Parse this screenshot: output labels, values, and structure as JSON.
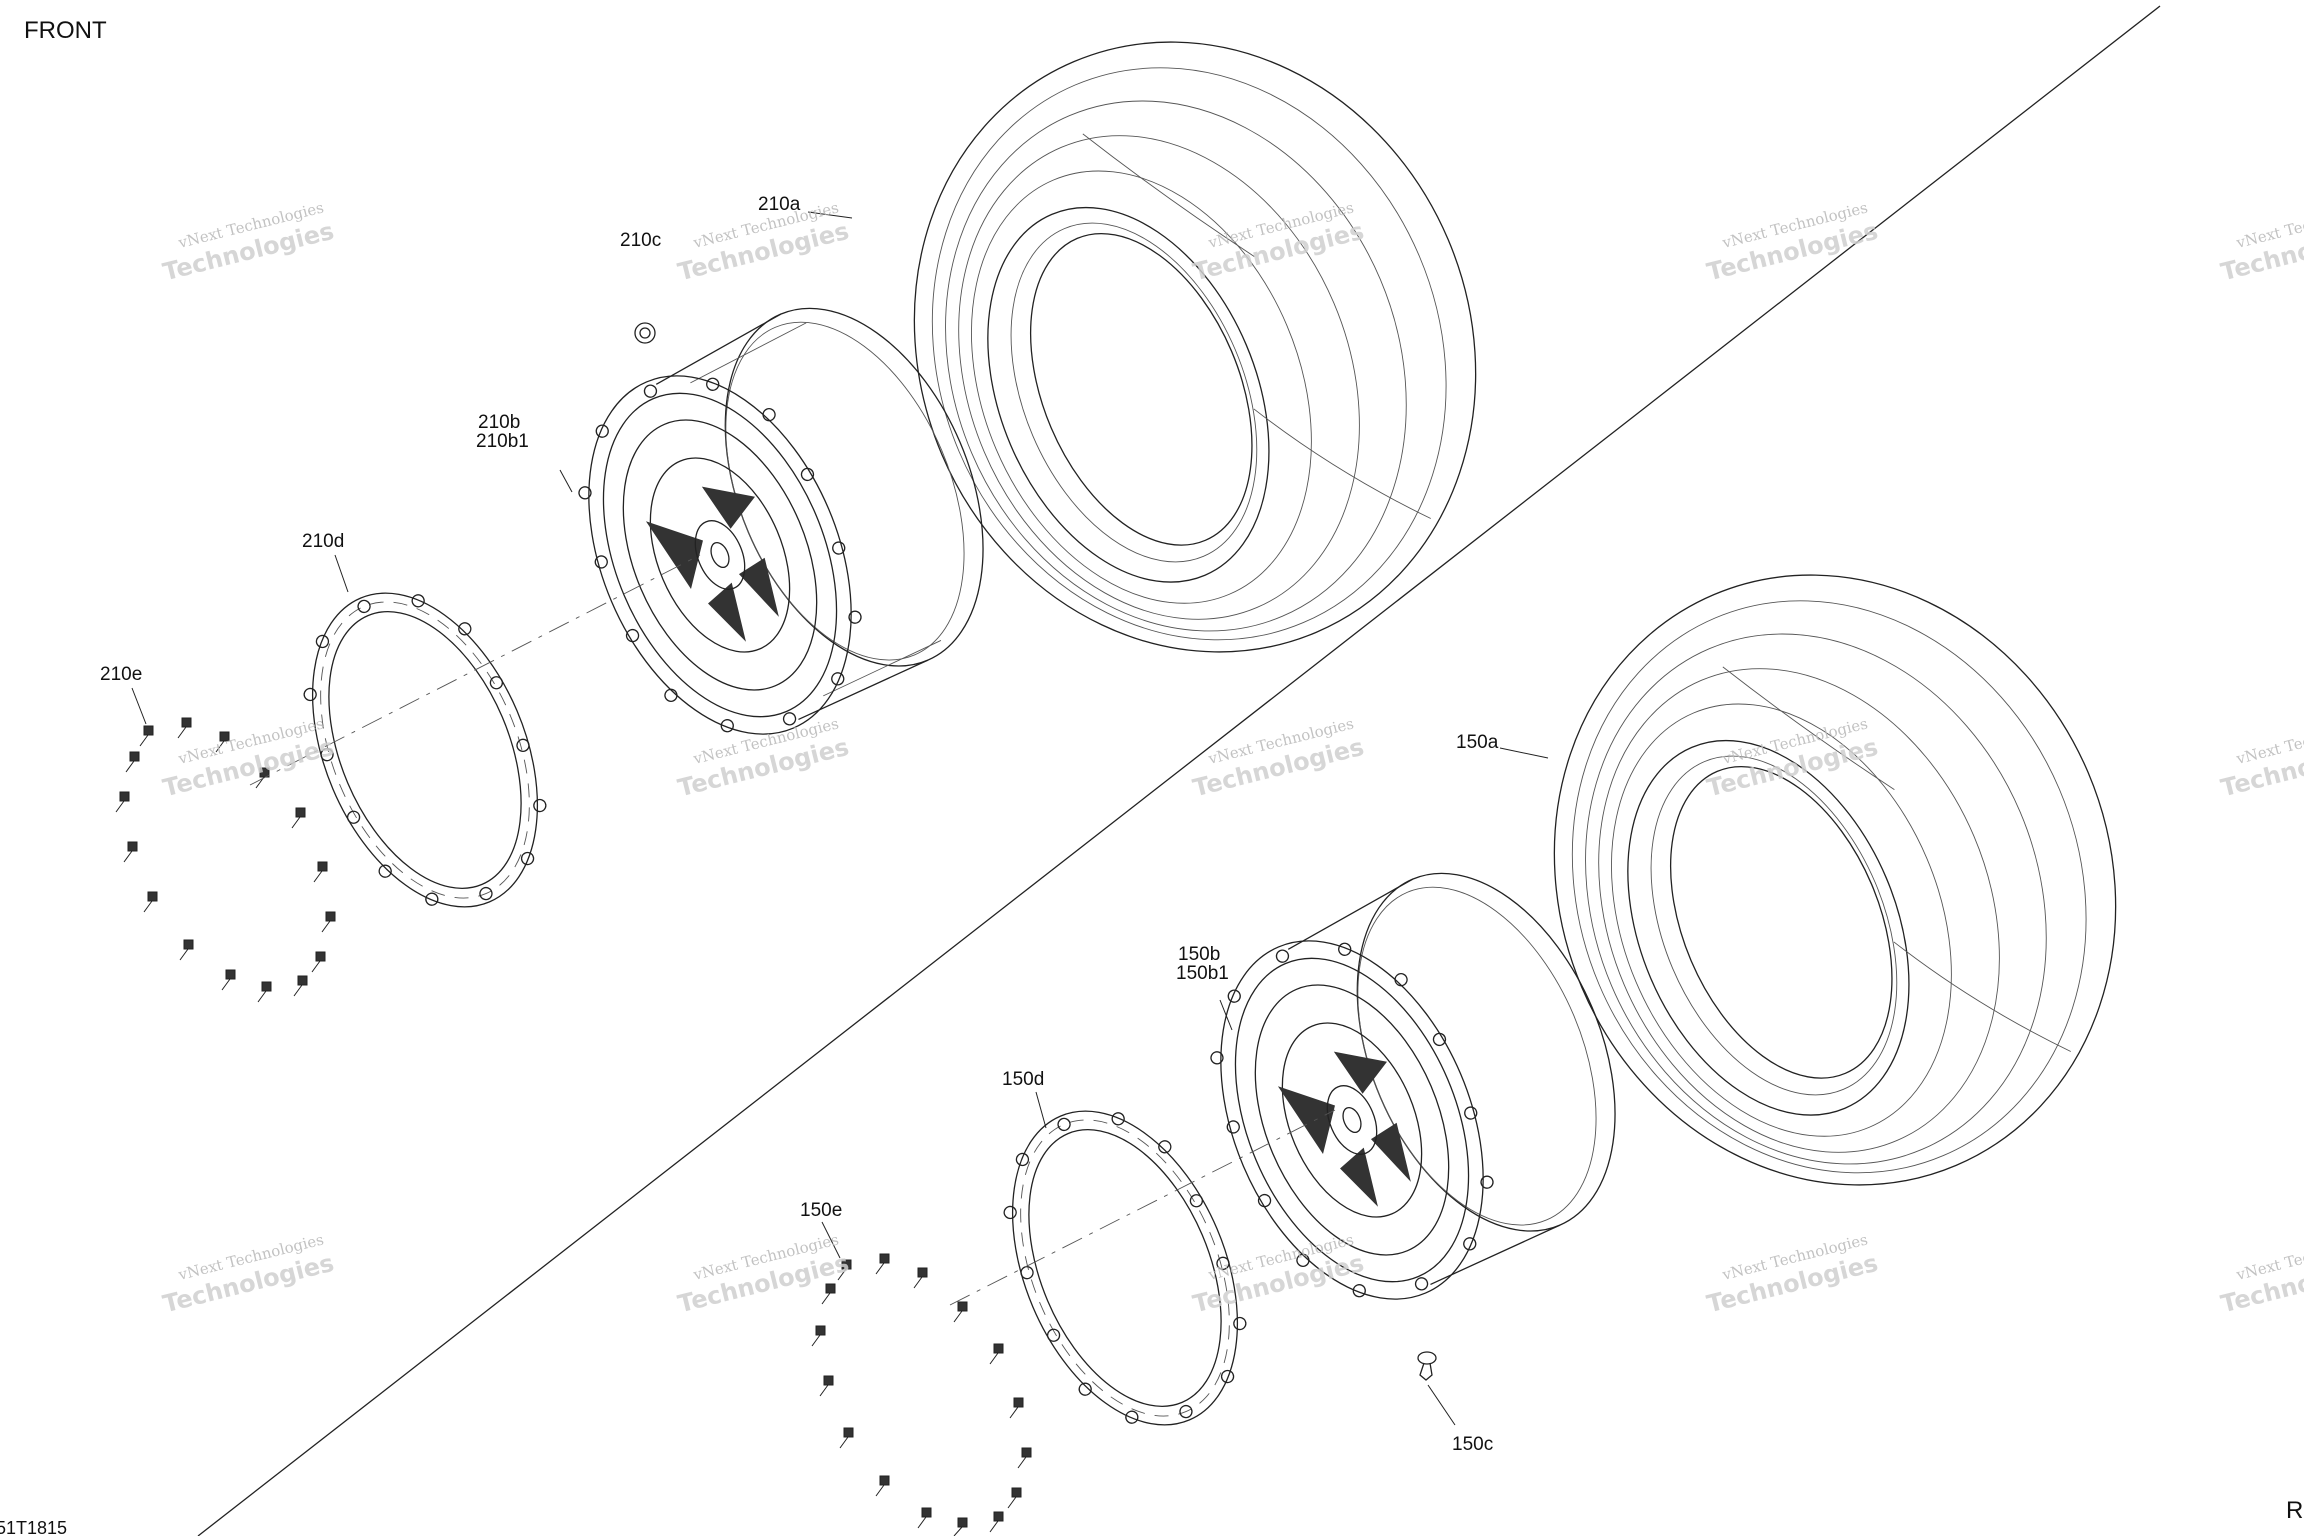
{
  "corner": {
    "top_left": "FRONT",
    "bottom_left": "51T1815",
    "bottom_right": "R"
  },
  "watermark": {
    "line1": "vNext Technologies",
    "line2": "Technologies"
  },
  "callouts": {
    "c210a": "210a",
    "c210b": "210b",
    "c210b1": "210b1",
    "c210c": "210c",
    "c210d": "210d",
    "c210e": "210e",
    "c150a": "150a",
    "c150b": "150b",
    "c150b1": "150b1",
    "c150c": "150c",
    "c150d": "150d",
    "c150e": "150e"
  },
  "colors": {
    "line": "#222222",
    "watermark": "#b8b8b8",
    "background": "#ffffff"
  }
}
